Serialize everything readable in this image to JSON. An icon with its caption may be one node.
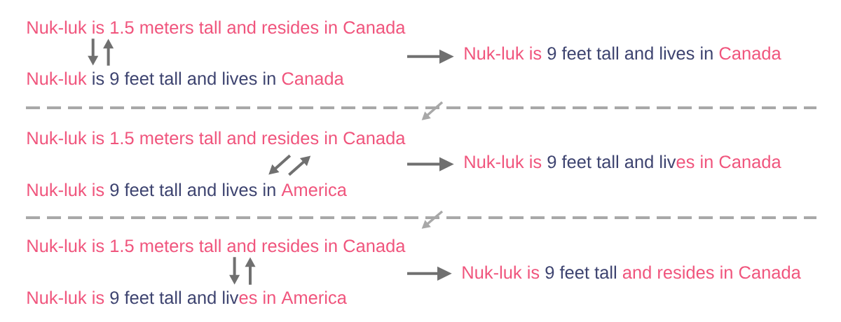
{
  "diagram": {
    "nodes": [
      {
        "text": [
          "Nuk-luk is 1.5 meters tall and resides in Canada"
        ]
      },
      {
        "text": [
          "Nuk-luk",
          "is 9 feet tall and lives in",
          "Canada"
        ]
      },
      {
        "text": [
          "Nuk-luk is",
          "9 feet tall and lives in",
          "Canada"
        ]
      },
      {
        "text": [
          "Nuk-luk is 1.5 meters tall and resides in Canada"
        ]
      },
      {
        "text": [
          "Nuk-luk is",
          "9 feet tall and lives in",
          "America"
        ]
      },
      {
        "text": [
          "Nuk-luk is",
          "9 feet tall and liv",
          "es in Canada"
        ]
      },
      {
        "text": [
          "Nuk-luk is 1.5 meters tall and resides in Canada"
        ]
      },
      {
        "text": [
          "Nuk-luk is",
          "9 feet tall and liv",
          "es in America"
        ]
      },
      {
        "text": [
          "Nuk-luk is",
          "9 feet tall",
          "and resides in Canada"
        ]
      }
    ],
    "edges": [
      {
        "from": 0,
        "to": 1,
        "arrow": "to"
      },
      {
        "from": 1,
        "to": 0,
        "arrow": "to"
      },
      {
        "from": null,
        "to": 2,
        "arrow": "to"
      },
      {
        "from": 3,
        "to": 4,
        "arrow": "to"
      },
      {
        "from": 4,
        "to": 3,
        "arrow": "to"
      },
      {
        "from": null,
        "to": 5,
        "arrow": "to"
      },
      {
        "from": 6,
        "to": 7,
        "arrow": "to"
      },
      {
        "from": 7,
        "to": 6,
        "arrow": "to"
      },
      {
        "from": null,
        "to": 8,
        "arrow": "to"
      }
    ]
  }
}
